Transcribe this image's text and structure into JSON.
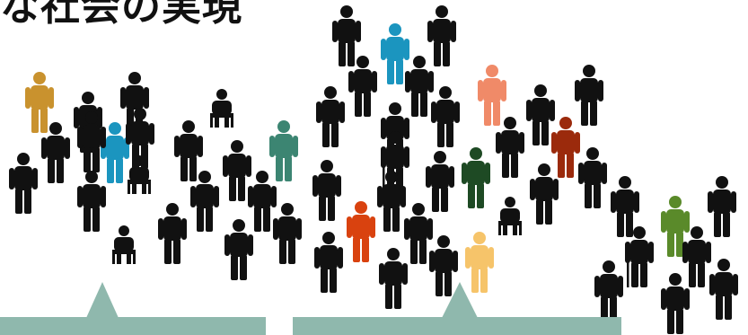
{
  "heading": {
    "title": "な社会の実現"
  },
  "colors": {
    "default_person": "#111111",
    "callout": "#8fb8ad",
    "ochre": "#c9922e",
    "blue": "#1b95bf",
    "teal": "#3c8572",
    "salmon": "#f08a68",
    "dark_green": "#1e4a24",
    "orange": "#d9420f",
    "maroon": "#9b2a0c",
    "light_yellow": "#f6c46a",
    "olive": "#5a8a2a"
  },
  "people": [
    {
      "kind": "stand",
      "color": "default_person"
    },
    {
      "kind": "stand",
      "color": "blue"
    },
    {
      "kind": "stand",
      "color": "default_person"
    },
    {
      "kind": "stand",
      "color": "default_person"
    },
    {
      "kind": "stand",
      "color": "default_person"
    },
    {
      "kind": "stand",
      "color": "ochre"
    },
    {
      "kind": "stand",
      "color": "default_person"
    },
    {
      "kind": "stand",
      "color": "default_person"
    },
    {
      "kind": "stand",
      "color": "default_person"
    },
    {
      "kind": "stand",
      "color": "blue"
    },
    {
      "kind": "wheel",
      "color": "default_person"
    },
    {
      "kind": "stand",
      "color": "teal"
    },
    {
      "kind": "stand",
      "color": "default_person"
    },
    {
      "kind": "stand",
      "color": "default_person"
    },
    {
      "kind": "stand",
      "color": "default_person"
    },
    {
      "kind": "stand",
      "color": "default_person"
    },
    {
      "kind": "stand",
      "color": "salmon"
    },
    {
      "kind": "stand",
      "color": "default_person"
    },
    {
      "kind": "stand",
      "color": "default_person"
    },
    {
      "kind": "stand",
      "color": "default_person"
    },
    {
      "kind": "stand",
      "color": "default_person"
    },
    {
      "kind": "wheel",
      "color": "default_person"
    },
    {
      "kind": "stand",
      "color": "default_person"
    },
    {
      "kind": "stand",
      "color": "default_person"
    },
    {
      "kind": "stand",
      "color": "default_person"
    },
    {
      "kind": "stand",
      "color": "default_person"
    },
    {
      "kind": "stand",
      "color": "default_person"
    },
    {
      "kind": "cane",
      "color": "default_person"
    },
    {
      "kind": "stand",
      "color": "default_person"
    },
    {
      "kind": "stand",
      "color": "default_person"
    },
    {
      "kind": "stand",
      "color": "default_person"
    },
    {
      "kind": "stand",
      "color": "maroon"
    },
    {
      "kind": "stand",
      "color": "default_person"
    },
    {
      "kind": "wheel",
      "color": "default_person"
    },
    {
      "kind": "stand",
      "color": "default_person"
    },
    {
      "kind": "stand",
      "color": "default_person"
    },
    {
      "kind": "stand",
      "color": "dark_green"
    },
    {
      "kind": "stand",
      "color": "default_person"
    },
    {
      "kind": "stand",
      "color": "default_person"
    },
    {
      "kind": "stand",
      "color": "orange"
    },
    {
      "kind": "stand",
      "color": "default_person"
    },
    {
      "kind": "wheel",
      "color": "default_person"
    },
    {
      "kind": "stand",
      "color": "default_person"
    },
    {
      "kind": "stand",
      "color": "default_person"
    },
    {
      "kind": "stand",
      "color": "default_person"
    },
    {
      "kind": "stand",
      "color": "light_yellow"
    },
    {
      "kind": "cane",
      "color": "default_person"
    },
    {
      "kind": "stand",
      "color": "default_person"
    },
    {
      "kind": "stand",
      "color": "default_person"
    },
    {
      "kind": "stand",
      "color": "olive"
    },
    {
      "kind": "stand",
      "color": "default_person"
    },
    {
      "kind": "stand",
      "color": "default_person"
    },
    {
      "kind": "stand",
      "color": "default_person"
    },
    {
      "kind": "stand",
      "color": "default_person"
    },
    {
      "kind": "stand",
      "color": "default_person"
    }
  ]
}
